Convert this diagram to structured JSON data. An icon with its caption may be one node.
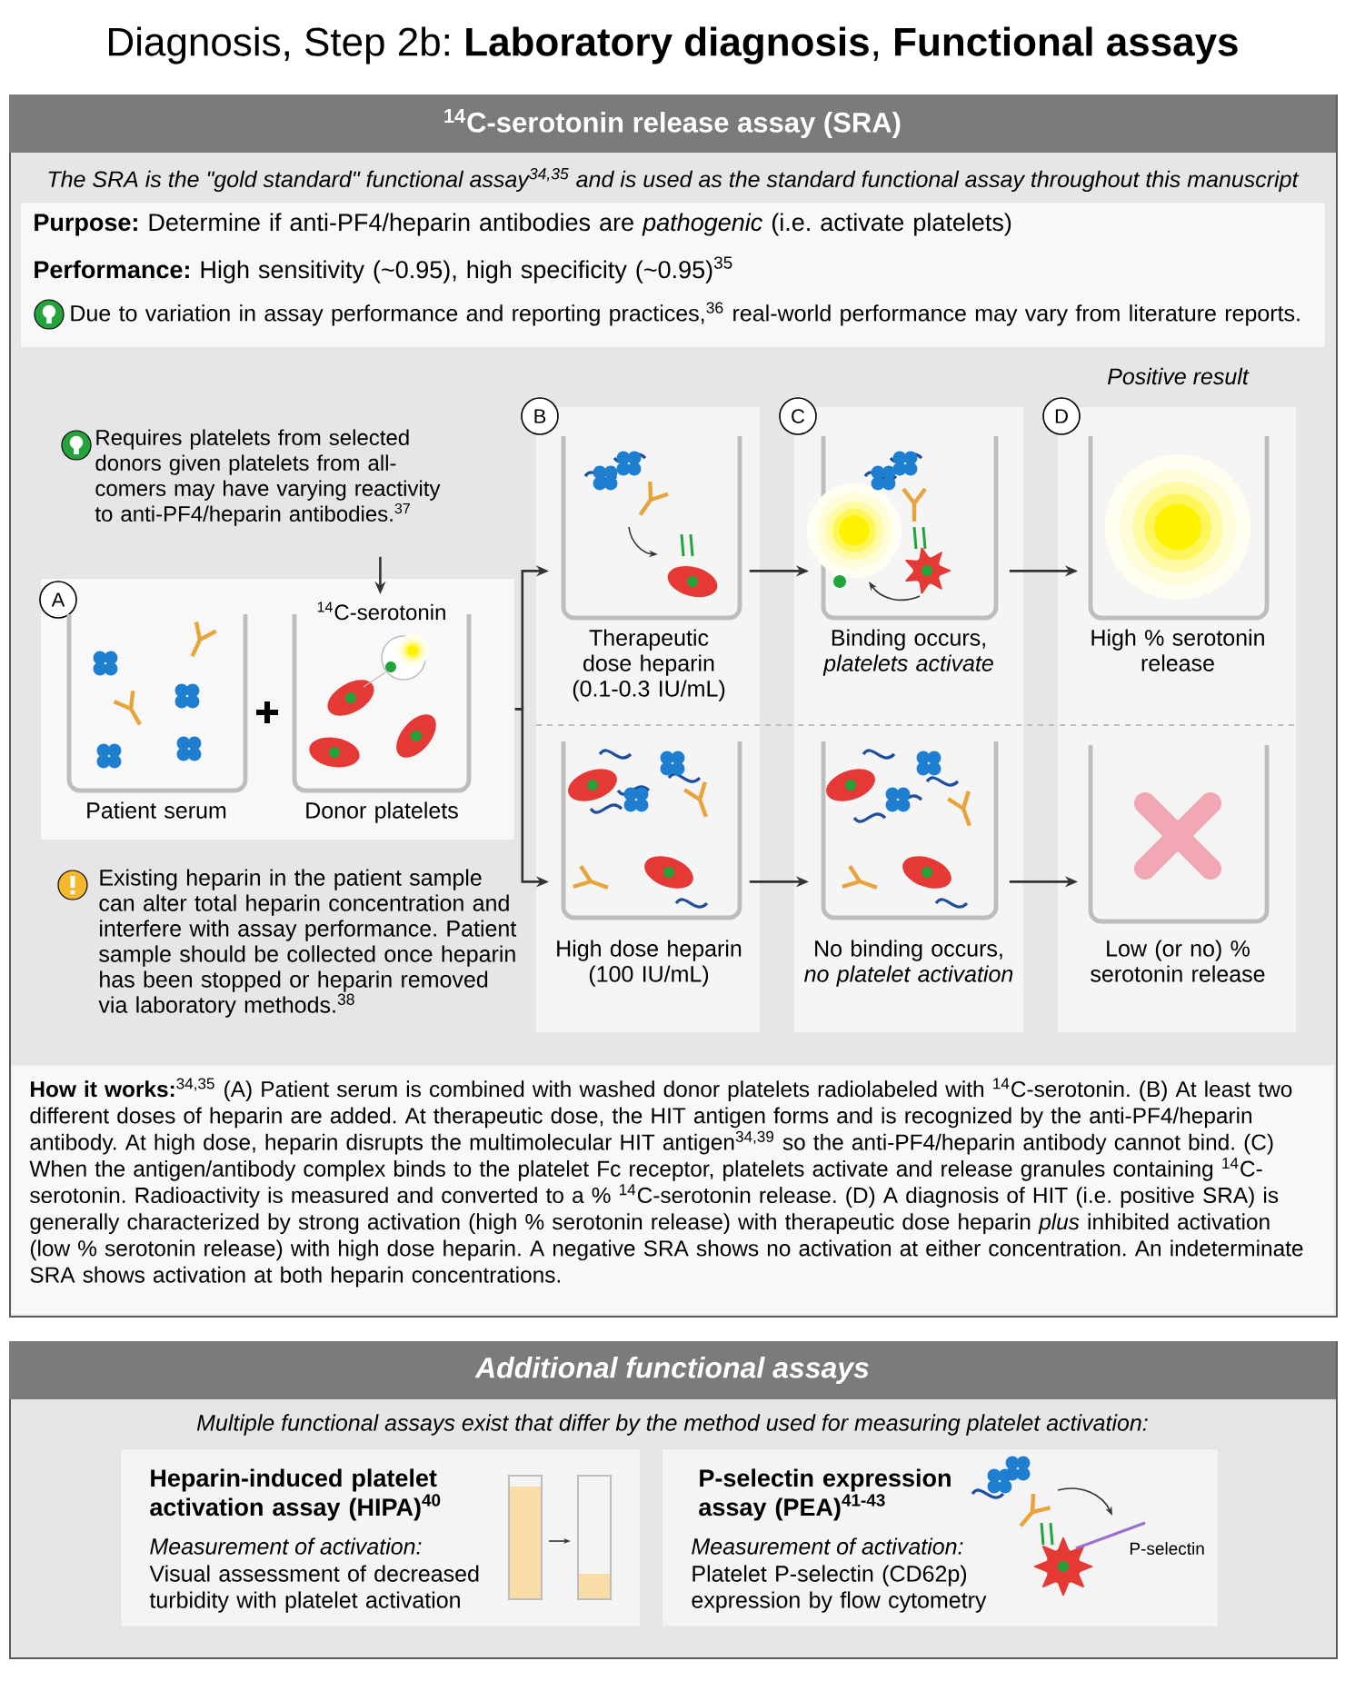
{
  "diagram": {
    "title": "Diagnosis, Step 2b: **Laboratory diagnosis**, **Functional assays**",
    "nodes": [
      {
        "text": [
          "$^{14}$C-serotonin release assay (SRA)",
          "The SRA is the \"gold standard\" functional assay$^{34,35}$ and is used as the standard functional assay throughout this manuscript"
        ]
      },
      {
        "text": [
          "**Purpose:** Determine if anti-PF4/heparin antibodies are *pathogenic* (i.e. activate platelets)",
          "**Performance:** High sensitivity (~0.95), high specificity (~0.95)$^{35}$",
          "Due to variation in assay performance and reporting practices,$^{36}$ real-world performance may vary from literature reports."
        ],
        "in": 0
      },
      {
        "text": [
          "Requires platelets from selected donors given platelets from all-comers may have varying reactivity to anti-PF4/heparin antibodies.$^{37}$"
        ],
        "in": 0
      },
      {
        "text": [
          "A"
        ],
        "in": 0
      },
      {
        "text": [
          "Patient serum"
        ],
        "in": 3
      },
      {
        "text": [
          "$^{14}$C-serotonin",
          "Donor platelets"
        ],
        "in": 3
      },
      {
        "text": [
          "B",
          "Therapeutic dose heparin (0.1-0.3 IU/mL)"
        ],
        "in": 0
      },
      {
        "text": [
          "C",
          "Binding occurs, *platelets activate*"
        ],
        "in": 0
      },
      {
        "text": [
          "D",
          "High % serotonin release"
        ],
        "beside": [
          "Positive result"
        ],
        "in": 0
      },
      {
        "text": [
          "High dose heparin (100 IU/mL)"
        ],
        "in": 0
      },
      {
        "text": [
          "No binding occurs, *no platelet activation*"
        ],
        "in": 0
      },
      {
        "text": [
          "Low (or no) % serotonin release"
        ],
        "in": 0
      },
      {
        "text": [
          "**How it works:**$^{34,35}$ (A) Patient serum is combined with washed donor platelets radiolabeled with $^{14}$C-serotonin. (B) At least two different doses of heparin are added. At therapeutic dose, the HIT antigen forms and is recognized by the anti-PF4/heparin antibody. At high dose, heparin disrupts the multimolecular HIT antigen$^{34,39}$ so the anti-PF4/heparin antibody cannot bind. (C) When the antigen/antibody complex binds to the platelet Fc receptor, platelets activate and release granules containing $^{14}$C-serotonin. Radioactivity is measured and converted to a % $^{14}$C-serotonin release. (D) A diagnosis of HIT (i.e. positive SRA) is generally characterized by strong activation (high % serotonin release) with therapeutic dose heparin *plus* inhibited activation (low % serotonin release) with high dose heparin. A negative SRA shows no activation at either concentration. An indeterminate SRA shows activation at both heparin concentrations."
        ],
        "in": 0
      },
      {
        "text": [
          "Additional functional assays",
          "Multiple functional assays exist that differ by the method used for measuring platelet activation:"
        ]
      },
      {
        "text": [
          "Heparin-induced platelet activation assay (HIPA)$^{40}$",
          "Measurement of activation:",
          "Visual assessment of decreased turbidity with platelet activation"
        ],
        "in": 13
      },
      {
        "text": [
          "P-selectin expression assay (PEA)$^{41-43}$",
          "Measurement of activation:",
          "Platelet P-selectin (CD62p) expression by flow cytometry"
        ],
        "in": 13
      }
    ],
    "edges": [
      {
        "from": 2,
        "to": 5,
        "arrow": "to"
      },
      {
        "from": 3,
        "to": 6,
        "arrow": "to"
      },
      {
        "from": 3,
        "to": 9,
        "arrow": "to"
      },
      {
        "from": 6,
        "to": 7,
        "arrow": "to"
      },
      {
        "from": 7,
        "to": 8,
        "arrow": "to"
      },
      {
        "from": 9,
        "to": 10,
        "arrow": "to"
      },
      {
        "from": 10,
        "to": 11,
        "arrow": "to"
      }
    ],
    "labels": [
      "Existing heparin in the patient sample can alter total heparin concentration and interfere with assay performance. Patient sample should be collected once heparin has been stopped or heparin removed via laboratory methods.$^{38}$",
      "P-selectin"
    ]
  }
}
